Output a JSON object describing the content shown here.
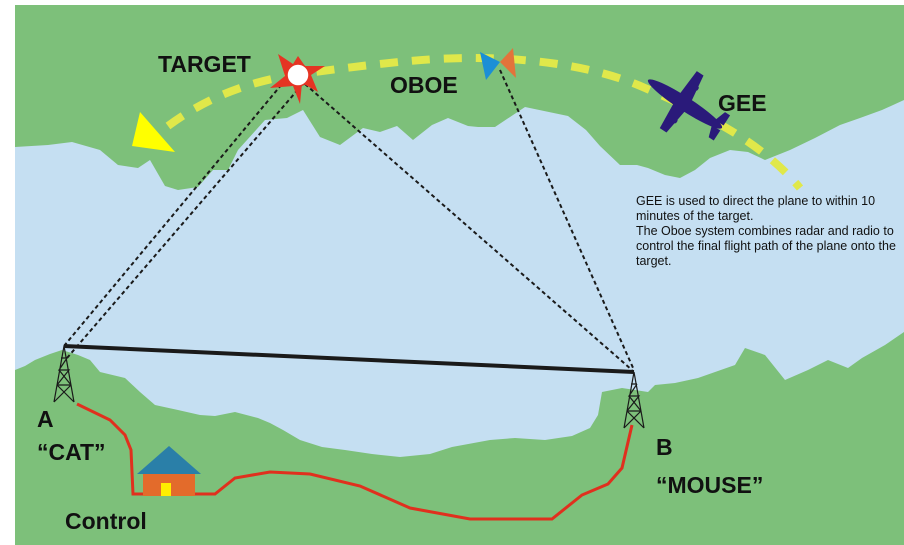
{
  "labels": {
    "target": "TARGET",
    "oboe": "OBOE",
    "gee": "GEE",
    "station_a_letter": "A",
    "station_a_name": "“CAT”",
    "station_b_letter": "B",
    "station_b_name": "“MOUSE”",
    "control": "Control"
  },
  "description": {
    "line1": "GEE is used to direct the plane to within 10 minutes of the target.",
    "line2": "The Oboe system combines radar and radio to control the final flight path of the plane onto the target."
  },
  "colors": {
    "land": "#7dc07a",
    "water": "#c5dff2",
    "flight_path": "#e0e84a",
    "arrow": "#ffff00",
    "plane": "#2a1a7a",
    "cable": "#e0301e",
    "target_star": "#e53423",
    "oboe_blue": "#1b8fd6",
    "oboe_orange": "#e3733b",
    "house_roof": "#2a7fa8",
    "house_wall": "#e36b2b",
    "house_window": "#ffee00"
  },
  "icons": [
    "target-star-icon",
    "oboe-marker-icon",
    "plane-icon",
    "direction-arrow-icon",
    "radio-tower-icon",
    "house-icon"
  ]
}
